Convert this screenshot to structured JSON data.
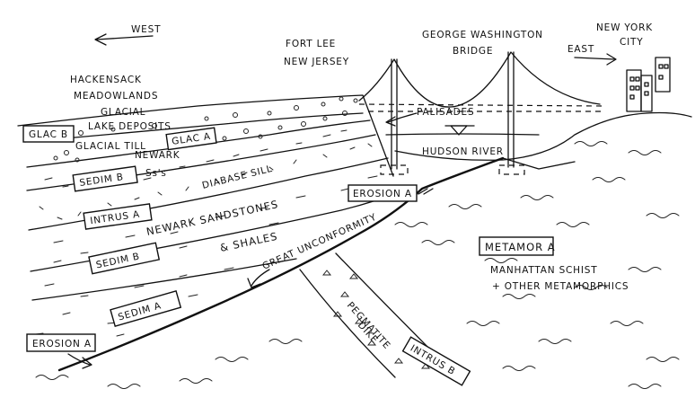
{
  "labels": {
    "west": "WEST",
    "east": "EAST",
    "fort_lee": [
      "FORT LEE",
      "NEW JERSEY"
    ],
    "gw_bridge": [
      "GEORGE WASHINGTON",
      "BRIDGE"
    ],
    "nyc": [
      "NEW YORK",
      "CITY"
    ],
    "hackensack": [
      "HACKENSACK",
      "MEADOWLANDS"
    ],
    "palisades": "PALISADES",
    "hudson_river": "HUDSON RIVER",
    "glacial_lake": [
      "GLACIAL",
      "LAKE DEPOSITS"
    ],
    "glacial_till": "GLACIAL TILL",
    "newark_sss": [
      "NEWARK",
      "Ss's"
    ],
    "diabase_sill": "DIABASE SILL",
    "newark_sandstones": [
      "NEWARK SANDSTONES",
      "& SHALES"
    ],
    "great_unconformity": "GREAT UNCONFORMITY",
    "manhattan_schist": [
      "MANHATTAN SCHIST",
      "+ OTHER METAMORPHICS"
    ],
    "pegmatite_dike": [
      "PEGMATITE",
      "DIKE"
    ]
  },
  "boxes": {
    "glac_b": "GLAC B",
    "glac_a": "GLAC A",
    "sedim_b_upper": "SEDIM B",
    "intrus_a": "INTRUS A",
    "sedim_b_lower": "SEDIM B",
    "sedim_a": "SEDIM A",
    "erosion_a_right": "EROSION A",
    "erosion_a_left": "EROSION A",
    "metamor_a": "METAMOR A",
    "intrus_b": "INTRUS B"
  }
}
